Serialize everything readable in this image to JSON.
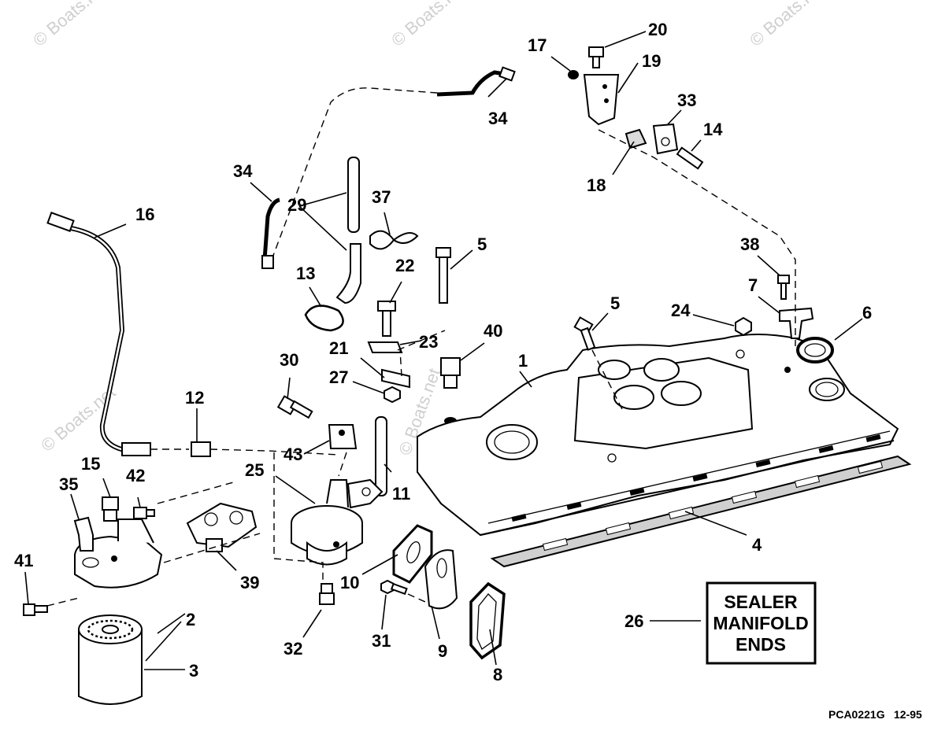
{
  "callouts": [
    {
      "id": "c1",
      "text": "1"
    },
    {
      "id": "c2",
      "text": "2"
    },
    {
      "id": "c3",
      "text": "3"
    },
    {
      "id": "c4",
      "text": "4"
    },
    {
      "id": "c5a",
      "text": "5"
    },
    {
      "id": "c5b",
      "text": "5"
    },
    {
      "id": "c6",
      "text": "6"
    },
    {
      "id": "c7",
      "text": "7"
    },
    {
      "id": "c8",
      "text": "8"
    },
    {
      "id": "c9",
      "text": "9"
    },
    {
      "id": "c10",
      "text": "10"
    },
    {
      "id": "c11",
      "text": "11"
    },
    {
      "id": "c12",
      "text": "12"
    },
    {
      "id": "c13",
      "text": "13"
    },
    {
      "id": "c14",
      "text": "14"
    },
    {
      "id": "c15",
      "text": "15"
    },
    {
      "id": "c16",
      "text": "16"
    },
    {
      "id": "c17",
      "text": "17"
    },
    {
      "id": "c18",
      "text": "18"
    },
    {
      "id": "c19",
      "text": "19"
    },
    {
      "id": "c20",
      "text": "20"
    },
    {
      "id": "c21",
      "text": "21"
    },
    {
      "id": "c22",
      "text": "22"
    },
    {
      "id": "c23",
      "text": "23"
    },
    {
      "id": "c24",
      "text": "24"
    },
    {
      "id": "c25",
      "text": "25"
    },
    {
      "id": "c26",
      "text": "26"
    },
    {
      "id": "c27",
      "text": "27"
    },
    {
      "id": "c29",
      "text": "29"
    },
    {
      "id": "c30",
      "text": "30"
    },
    {
      "id": "c31",
      "text": "31"
    },
    {
      "id": "c32",
      "text": "32"
    },
    {
      "id": "c33",
      "text": "33"
    },
    {
      "id": "c34a",
      "text": "34"
    },
    {
      "id": "c34b",
      "text": "34"
    },
    {
      "id": "c35",
      "text": "35"
    },
    {
      "id": "c37",
      "text": "37"
    },
    {
      "id": "c38",
      "text": "38"
    },
    {
      "id": "c39",
      "text": "39"
    },
    {
      "id": "c40",
      "text": "40"
    },
    {
      "id": "c41",
      "text": "41"
    },
    {
      "id": "c42",
      "text": "42"
    },
    {
      "id": "c43",
      "text": "43"
    }
  ],
  "note": {
    "line1": "SEALER",
    "line2": "MANIFOLD",
    "line3": "ENDS"
  },
  "watermark": "© Boats.net",
  "footer": {
    "code": "PCA0221G",
    "date": "12-95"
  }
}
